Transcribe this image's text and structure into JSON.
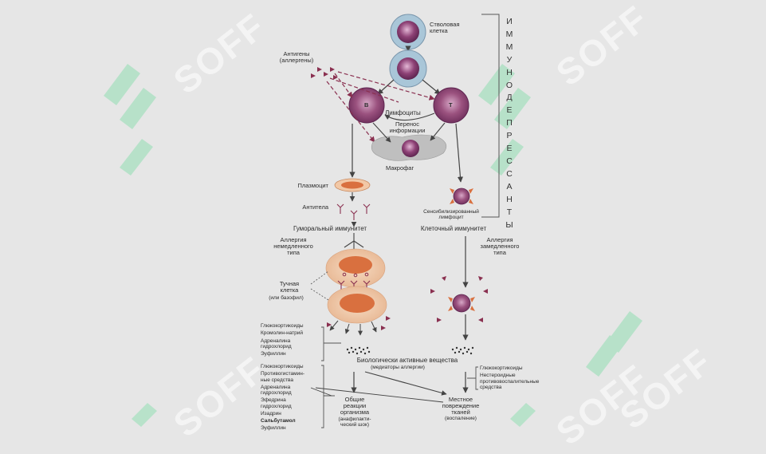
{
  "watermark": "SOFF",
  "vertical_label": "ИММУНОДЕПРЕССАНТЫ",
  "labels": {
    "stem_cell": "Стволовая\nклетка",
    "antigens": "Антигены\n(аллергены)",
    "b": "B",
    "t": "T",
    "lymphocytes": "Лимфоциты",
    "info_transfer": "Перенос\nинформации",
    "macrophage": "Макрофаг",
    "plasmocyte": "Плазмоцит",
    "antibodies": "Антитела",
    "sensitized": "Сенсибилизированный\nлимфоцит",
    "humoral": "Гуморальный иммунитет",
    "cellular": "Клеточный иммунитет",
    "allergy_immediate": "Аллергия\nнемедленного\nтипа",
    "allergy_delayed": "Аллергия\nзамедленного\nтипа",
    "mast_cell": "Тучная\nклетка",
    "basophil": "(или базофил)",
    "bioactive": "Биологически активные вещества",
    "mediators": "(медиаторы аллергии)",
    "general": "Общие\nреакции\nорганизма",
    "shock": "(анафилакти-\nческий шок)",
    "local": "Местное\nповреждение\nтканей",
    "inflammation": "(воспаление)"
  },
  "drugs_top": [
    "Глюкокортикоиды",
    "Кромолин-натрий",
    "Адреналина\nгидрохлорид",
    "Эуфиллин"
  ],
  "drugs_bottom": [
    "Глюкокортикоиды",
    "Противогистамин-\nные средства",
    "Адреналина\nгидрохлорид",
    "Эфедрина\nгидрохлорид",
    "Изадрин",
    "Сальбутамол",
    "Эуфиллин"
  ],
  "drugs_right": [
    "Глюкокортикоиды",
    "Нестероидные\nпротивовоспалительные\nсредства"
  ],
  "colors": {
    "background": "#e6e6e6",
    "cell_body": "#7d3566",
    "cell_ring": "#a8c4d6",
    "plasma": "#e0956a",
    "mast_outer": "#f0c7a6",
    "mast_nucleus": "#d9703f",
    "arrow": "#444444",
    "antigen": "#8a3050",
    "watermark_green": "#a8e0c0"
  }
}
